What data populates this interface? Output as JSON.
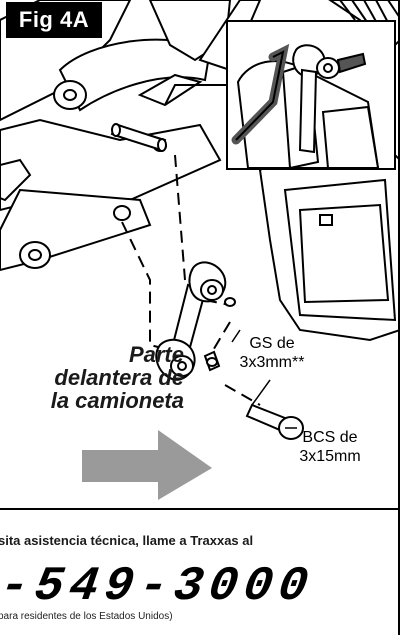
{
  "figure": {
    "tag": "Fig 4A",
    "front_label_lines": [
      "Parte",
      "delantera de",
      "la camioneta"
    ],
    "gs_label_lines": [
      "GS de",
      "3x3mm**"
    ],
    "bcs_label_lines": [
      "BCS de",
      "3x15mm"
    ]
  },
  "support": {
    "text": "sita asistencia técnica, llame a Traxxas al",
    "phone": "-549-3000",
    "note": "para residentes de los Estados Unidos)"
  },
  "colors": {
    "line": "#000000",
    "arrow_gray": "#9a9a9a",
    "part_fill": "#ffffff"
  }
}
